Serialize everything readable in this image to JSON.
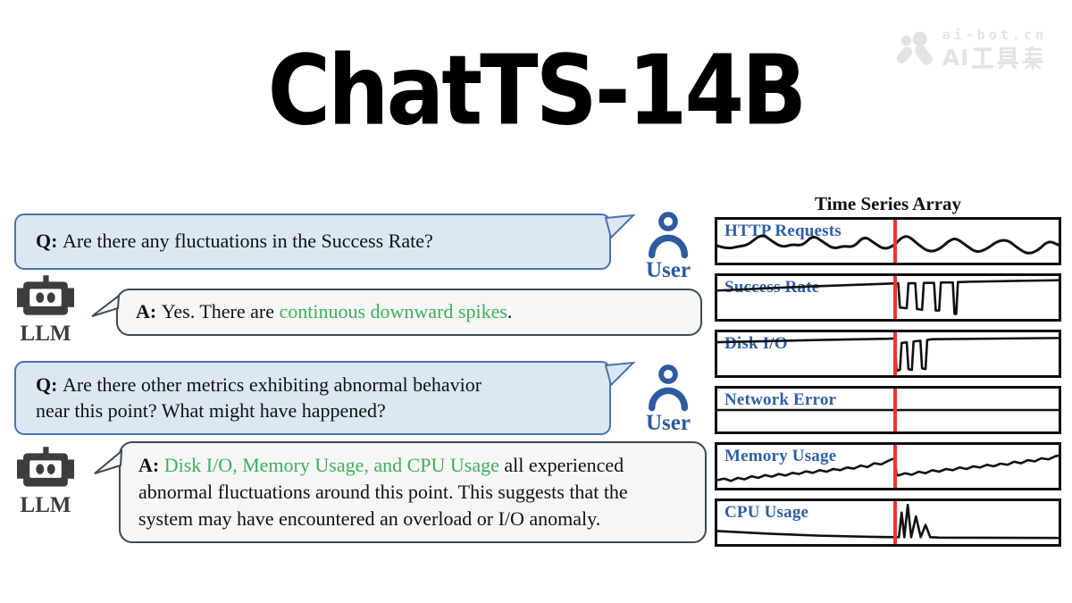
{
  "title": "ChatTS-14B",
  "watermark": {
    "line1": "ai-bot.cn",
    "latin2": "AI",
    "cjk": "工具集",
    "full_line2": "AI工具集",
    "color": "#e3e3e3"
  },
  "chat": {
    "user_label": "User",
    "llm_label": "LLM",
    "messages": [
      {
        "role": "user",
        "segments": [
          {
            "text": "Q: ",
            "style": "bold"
          },
          {
            "text": "Are there any fluctuations in the Success Rate?",
            "style": "plain"
          }
        ]
      },
      {
        "role": "llm",
        "segments": [
          {
            "text": "A: ",
            "style": "bold"
          },
          {
            "text": "Yes. There are ",
            "style": "plain"
          },
          {
            "text": "continuous downward spikes",
            "style": "green"
          },
          {
            "text": ".",
            "style": "plain"
          }
        ]
      },
      {
        "role": "user",
        "segments": [
          {
            "text": "Q: ",
            "style": "bold"
          },
          {
            "text": "Are there other metrics exhibiting abnormal behavior",
            "style": "plain"
          },
          {
            "style": "br"
          },
          {
            "text": "near this point? What might have happened?",
            "style": "plain"
          }
        ]
      },
      {
        "role": "llm",
        "segments": [
          {
            "text": "A: ",
            "style": "bold"
          },
          {
            "text": "Disk I/O, Memory Usage, and CPU Usage",
            "style": "green"
          },
          {
            "text": " all experienced",
            "style": "plain"
          },
          {
            "style": "br"
          },
          {
            "text": "abnormal fluctuations around this point. This suggests that the",
            "style": "plain"
          },
          {
            "style": "br"
          },
          {
            "text": "system may have encountered an overload or I/O anomaly.",
            "style": "plain"
          }
        ]
      }
    ]
  },
  "timeseries": {
    "title": "Time Series Array",
    "red_line_fraction": 0.52,
    "line_color": "#111111",
    "red_color": "#e8392b",
    "label_color": "#2f5fa5",
    "panels": [
      {
        "label": "HTTP Requests",
        "smooth": true,
        "points": [
          [
            0,
            62
          ],
          [
            3,
            70
          ],
          [
            6,
            64
          ],
          [
            9,
            60
          ],
          [
            13,
            30
          ],
          [
            16,
            50
          ],
          [
            19,
            66
          ],
          [
            22,
            58
          ],
          [
            25,
            62
          ],
          [
            28,
            34
          ],
          [
            31,
            52
          ],
          [
            34,
            70
          ],
          [
            37,
            62
          ],
          [
            40,
            66
          ],
          [
            43,
            36
          ],
          [
            46,
            55
          ],
          [
            49,
            72
          ],
          [
            52,
            60
          ],
          [
            54,
            40
          ],
          [
            56,
            36
          ],
          [
            59,
            60
          ],
          [
            62,
            78
          ],
          [
            65,
            72
          ],
          [
            68,
            48
          ],
          [
            70,
            42
          ],
          [
            73,
            62
          ],
          [
            76,
            80
          ],
          [
            79,
            70
          ],
          [
            82,
            50
          ],
          [
            85,
            46
          ],
          [
            88,
            68
          ],
          [
            91,
            84
          ],
          [
            94,
            74
          ],
          [
            97,
            48
          ],
          [
            100,
            60
          ]
        ]
      },
      {
        "label": "Success Rate",
        "smooth": false,
        "points": [
          [
            0,
            32
          ],
          [
            25,
            22
          ],
          [
            50,
            14
          ],
          [
            53,
            13
          ],
          [
            53.5,
            76
          ],
          [
            55.5,
            78
          ],
          [
            56,
            13
          ],
          [
            58,
            13
          ],
          [
            58.5,
            80
          ],
          [
            60,
            82
          ],
          [
            60.5,
            12
          ],
          [
            63.5,
            12
          ],
          [
            64,
            84
          ],
          [
            65,
            84
          ],
          [
            65.5,
            11
          ],
          [
            69,
            11
          ],
          [
            69.5,
            93
          ],
          [
            70,
            93
          ],
          [
            70.5,
            10
          ],
          [
            74,
            9
          ],
          [
            100,
            5
          ]
        ]
      },
      {
        "label": "Disk I/O",
        "smooth": false,
        "points": [
          [
            0,
            20
          ],
          [
            30,
            14
          ],
          [
            50,
            11
          ],
          [
            52,
            10
          ],
          [
            52.5,
            94
          ],
          [
            53.5,
            92
          ],
          [
            54,
            22
          ],
          [
            55.5,
            20
          ],
          [
            56,
            90
          ],
          [
            57,
            92
          ],
          [
            57.5,
            18
          ],
          [
            59.5,
            16
          ],
          [
            60,
            88
          ],
          [
            61,
            90
          ],
          [
            61.5,
            14
          ],
          [
            63,
            12
          ],
          [
            100,
            9
          ]
        ]
      },
      {
        "label": "Network Error",
        "smooth": false,
        "points": [
          [
            0,
            50
          ],
          [
            100,
            50
          ]
        ]
      },
      {
        "label": "Memory Usage",
        "smooth": false,
        "points": [
          [
            0,
            86
          ],
          [
            2,
            82
          ],
          [
            4,
            88
          ],
          [
            6,
            80
          ],
          [
            8,
            84
          ],
          [
            10,
            76
          ],
          [
            12,
            80
          ],
          [
            14,
            73
          ],
          [
            16,
            77
          ],
          [
            18,
            70
          ],
          [
            20,
            74
          ],
          [
            22,
            67
          ],
          [
            24,
            70
          ],
          [
            26,
            63
          ],
          [
            28,
            67
          ],
          [
            30,
            60
          ],
          [
            32,
            64
          ],
          [
            34,
            57
          ],
          [
            36,
            60
          ],
          [
            38,
            53
          ],
          [
            40,
            56
          ],
          [
            42,
            48
          ],
          [
            44,
            52
          ],
          [
            46,
            42
          ],
          [
            48,
            45
          ],
          [
            50,
            36
          ],
          [
            51,
            32
          ],
          [
            52,
            30
          ],
          [
            52.5,
            70
          ],
          [
            53,
            74
          ],
          [
            55,
            68
          ],
          [
            57,
            72
          ],
          [
            59,
            64
          ],
          [
            61,
            68
          ],
          [
            63,
            60
          ],
          [
            65,
            64
          ],
          [
            67,
            57
          ],
          [
            69,
            60
          ],
          [
            71,
            53
          ],
          [
            73,
            57
          ],
          [
            75,
            50
          ],
          [
            77,
            53
          ],
          [
            79,
            46
          ],
          [
            81,
            50
          ],
          [
            83,
            43
          ],
          [
            85,
            46
          ],
          [
            87,
            38
          ],
          [
            89,
            42
          ],
          [
            91,
            34
          ],
          [
            93,
            37
          ],
          [
            95,
            29
          ],
          [
            97,
            32
          ],
          [
            99,
            24
          ],
          [
            100,
            22
          ]
        ]
      },
      {
        "label": "CPU Usage",
        "smooth": false,
        "points": [
          [
            0,
            72
          ],
          [
            15,
            79
          ],
          [
            30,
            84
          ],
          [
            45,
            87
          ],
          [
            52,
            88
          ],
          [
            53.2,
            88
          ],
          [
            54,
            24
          ],
          [
            54.8,
            88
          ],
          [
            55.8,
            4
          ],
          [
            56.8,
            88
          ],
          [
            58.2,
            34
          ],
          [
            59.6,
            88
          ],
          [
            61,
            56
          ],
          [
            62.4,
            88
          ],
          [
            65,
            89
          ],
          [
            100,
            90
          ]
        ]
      }
    ]
  },
  "colors": {
    "question_bubble_bg": "#dce7f3",
    "question_bubble_border": "#4a72b0",
    "answer_bubble_bg": "#f6f6f6",
    "answer_bubble_border": "#3b4a56",
    "highlight_green": "#3fae5c",
    "user_blue": "#2e5b9f",
    "robot_gray": "#3d3d3d",
    "anomaly_red": "#e8392b",
    "panel_label_blue": "#2f5fa5"
  }
}
